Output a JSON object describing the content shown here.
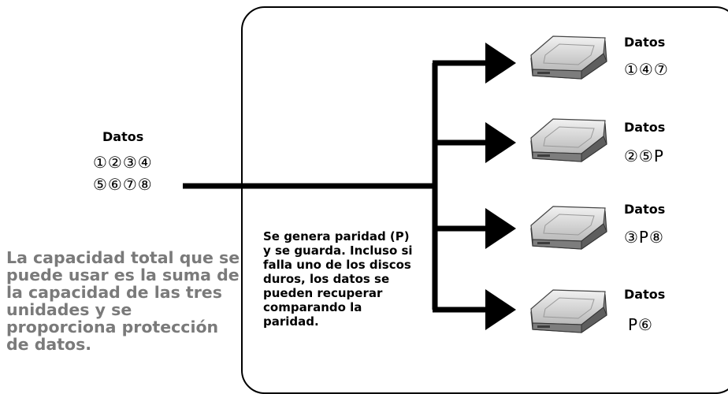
{
  "source": {
    "label": "Datos",
    "line1": "①②③④",
    "line2": "⑤⑥⑦⑧"
  },
  "disks": [
    {
      "label": "Datos",
      "blocks": "①④⑦",
      "icon": "hard-disk-icon"
    },
    {
      "label": "Datos",
      "blocks": "②⑤P",
      "icon": "hard-disk-icon"
    },
    {
      "label": "Datos",
      "blocks": "③P⑧",
      "icon": "hard-disk-icon"
    },
    {
      "label": "Datos",
      "blocks": "P⑥",
      "icon": "hard-disk-icon"
    }
  ],
  "note": "Se genera paridad (P) y se guarda. Incluso si falla uno de los discos duros, los datos se pueden recuperar comparando la paridad.",
  "summary": "La capacidad total que se puede usar es la suma de la capacidad de las tres unidades y se proporciona protección de datos.",
  "colors": {
    "line": "#000000",
    "summary_text": "#7a7a7a"
  }
}
